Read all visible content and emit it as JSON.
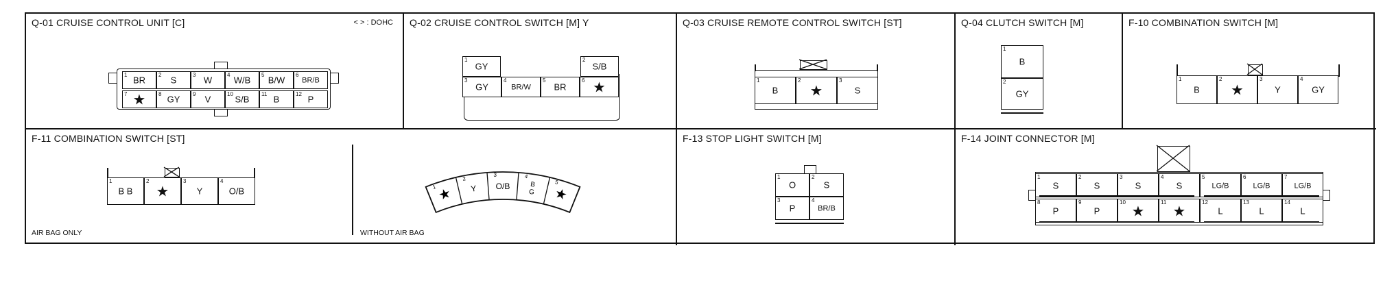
{
  "frame_note": "< > : DOHC",
  "connectors": {
    "q01": {
      "title": "Q-01 CRUISE CONTROL UNIT [C]",
      "pins": [
        {
          "n": "1",
          "c": "BR"
        },
        {
          "n": "2",
          "c": "S"
        },
        {
          "n": "3",
          "c": "W"
        },
        {
          "n": "4",
          "c": "W/B"
        },
        {
          "n": "5",
          "c": "B/W"
        },
        {
          "n": "6",
          "c": "BR/B"
        },
        {
          "n": "7",
          "c": "★"
        },
        {
          "n": "8",
          "c": "GY"
        },
        {
          "n": "9",
          "c": "V"
        },
        {
          "n": "10",
          "c": "S/B"
        },
        {
          "n": "11",
          "c": "B"
        },
        {
          "n": "12",
          "c": "P"
        }
      ]
    },
    "q02": {
      "title": "Q-02 CRUISE CONTROL SWITCH [M] Y",
      "pins": [
        {
          "n": "1",
          "c": "GY"
        },
        {
          "n": "2",
          "c": "S/B"
        },
        {
          "n": "3",
          "c": "GY"
        },
        {
          "n": "4",
          "c": "BR/W"
        },
        {
          "n": "5",
          "c": "BR"
        },
        {
          "n": "6",
          "c": "★"
        }
      ]
    },
    "q03": {
      "title": "Q-03 CRUISE REMOTE CONTROL SWITCH [ST]",
      "pins": [
        {
          "n": "1",
          "c": "B"
        },
        {
          "n": "2",
          "c": "★"
        },
        {
          "n": "3",
          "c": "S"
        }
      ]
    },
    "q04": {
      "title": "Q-04 CLUTCH SWITCH [M]",
      "pins": [
        {
          "n": "1",
          "c": "B"
        },
        {
          "n": "2",
          "c": "GY"
        }
      ]
    },
    "f10": {
      "title": "F-10 COMBINATION SWITCH [M]",
      "pins": [
        {
          "n": "1",
          "c": "B"
        },
        {
          "n": "2",
          "c": "★"
        },
        {
          "n": "3",
          "c": "Y"
        },
        {
          "n": "4",
          "c": "GY"
        }
      ]
    },
    "f11": {
      "title": "F-11 COMBINATION SWITCH [ST]",
      "airbag_note": "AIR BAG ONLY",
      "without_note": "WITHOUT AIR BAG",
      "pins": [
        {
          "n": "1",
          "c": "B B"
        },
        {
          "n": "2",
          "c": "★"
        },
        {
          "n": "3",
          "c": "Y"
        },
        {
          "n": "4",
          "c": "O/B"
        }
      ],
      "arc_pins": [
        {
          "n": "1",
          "c": "★"
        },
        {
          "n": "2",
          "c": "Y"
        },
        {
          "n": "3",
          "c": "O/B"
        },
        {
          "n": "4",
          "c": "B G"
        },
        {
          "n": "5",
          "c": "★"
        }
      ]
    },
    "f13": {
      "title": "F-13 STOP LIGHT SWITCH [M]",
      "pins": [
        {
          "n": "1",
          "c": "O"
        },
        {
          "n": "2",
          "c": "S"
        },
        {
          "n": "3",
          "c": "P"
        },
        {
          "n": "4",
          "c": "BR/B"
        }
      ]
    },
    "f14": {
      "title": "F-14 JOINT CONNECTOR [M]",
      "pins": [
        {
          "n": "1",
          "c": "S"
        },
        {
          "n": "2",
          "c": "S"
        },
        {
          "n": "3",
          "c": "S"
        },
        {
          "n": "4",
          "c": "S"
        },
        {
          "n": "5",
          "c": "LG/B"
        },
        {
          "n": "6",
          "c": "LG/B"
        },
        {
          "n": "7",
          "c": "LG/B"
        },
        {
          "n": "8",
          "c": "P"
        },
        {
          "n": "9",
          "c": "P"
        },
        {
          "n": "10",
          "c": "★"
        },
        {
          "n": "11",
          "c": "★"
        },
        {
          "n": "12",
          "c": "L"
        },
        {
          "n": "13",
          "c": "L"
        },
        {
          "n": "14",
          "c": "L"
        }
      ]
    }
  }
}
